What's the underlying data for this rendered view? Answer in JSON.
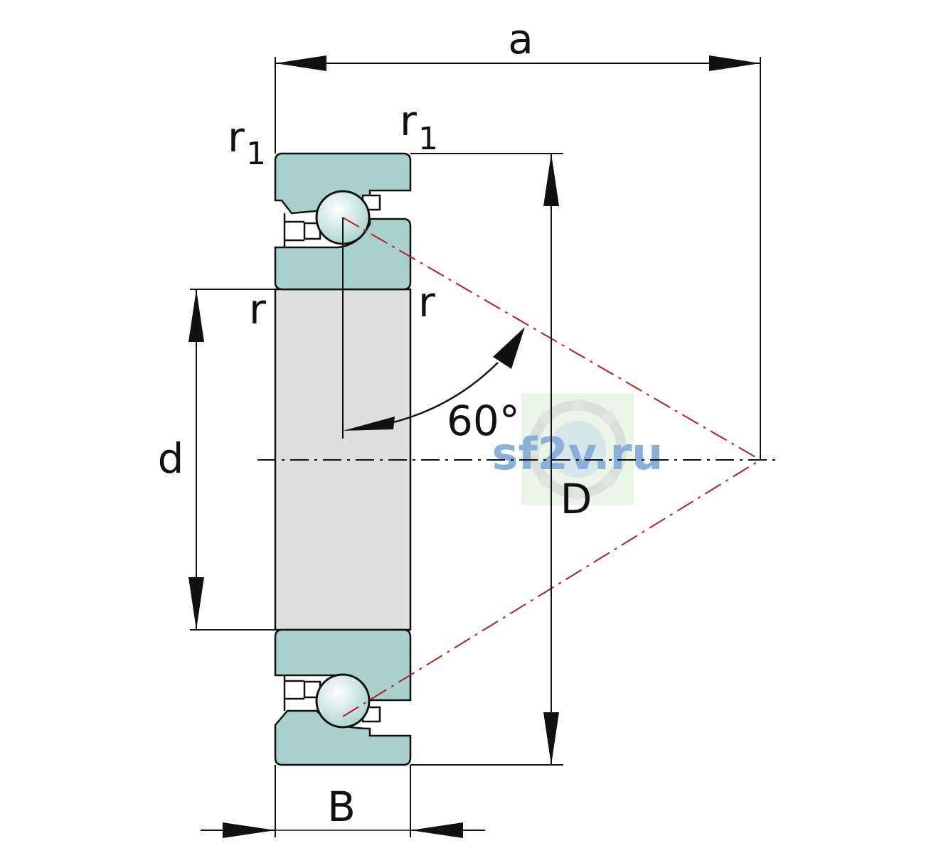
{
  "labels": {
    "a": "a",
    "r1_left": "r",
    "r1_left_sub": "1",
    "r1_right": "r",
    "r1_right_sub": "1",
    "r_left": "r",
    "r_right": "r",
    "d": "d",
    "D": "D",
    "B": "B",
    "angle": "60°"
  },
  "watermark": {
    "text": "sf2v.ru",
    "icon": "bearing-logo-icon"
  },
  "colors": {
    "ring_fill": "#a9d0cd",
    "bore_fill": "#dedede",
    "ball_fill": "#cfe9e7",
    "outline": "#111111",
    "contact_line": "#b0202a",
    "watermark_text": "#8ab0d9",
    "watermark_bg": "#e9f5e6"
  }
}
